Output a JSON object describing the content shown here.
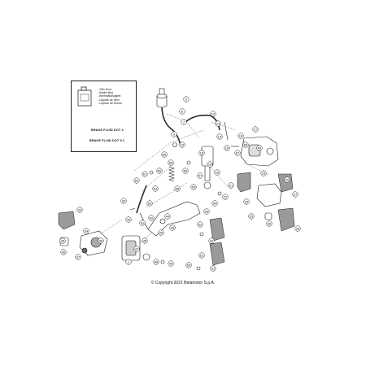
{
  "legend": {
    "languages": [
      "Olio freni",
      "Brake fluid",
      "Bremsflüssigkeit",
      "Liquide de frein",
      "Líquido de frenos"
    ],
    "fluid_grades": [
      "BRAKE FLUID DOT 4",
      "BRAKE FLUID DOT 5.1"
    ]
  },
  "callouts": [
    "1",
    "5",
    "6",
    "7",
    "9",
    "10",
    "12",
    "13",
    "14",
    "15",
    "16",
    "17",
    "18",
    "19",
    "20",
    "21",
    "22",
    "23",
    "25",
    "26",
    "27",
    "28",
    "29",
    "30",
    "31",
    "32",
    "33",
    "34",
    "35",
    "36",
    "37",
    "38",
    "39",
    "40",
    "41",
    "42",
    "43",
    "44",
    "45",
    "46",
    "47",
    "48",
    "49",
    "50",
    "51",
    "52",
    "53",
    "54",
    "55",
    "56",
    "57",
    "58",
    "60",
    "61",
    "62",
    "63",
    "64",
    "65",
    "66",
    "67",
    "68",
    "69"
  ],
  "copyright": "© Copyright 2021 Betamotor S.p.A.",
  "colors": {
    "line": "#1a1a1a",
    "shade": "#9a9a9a",
    "background": "#ffffff"
  }
}
